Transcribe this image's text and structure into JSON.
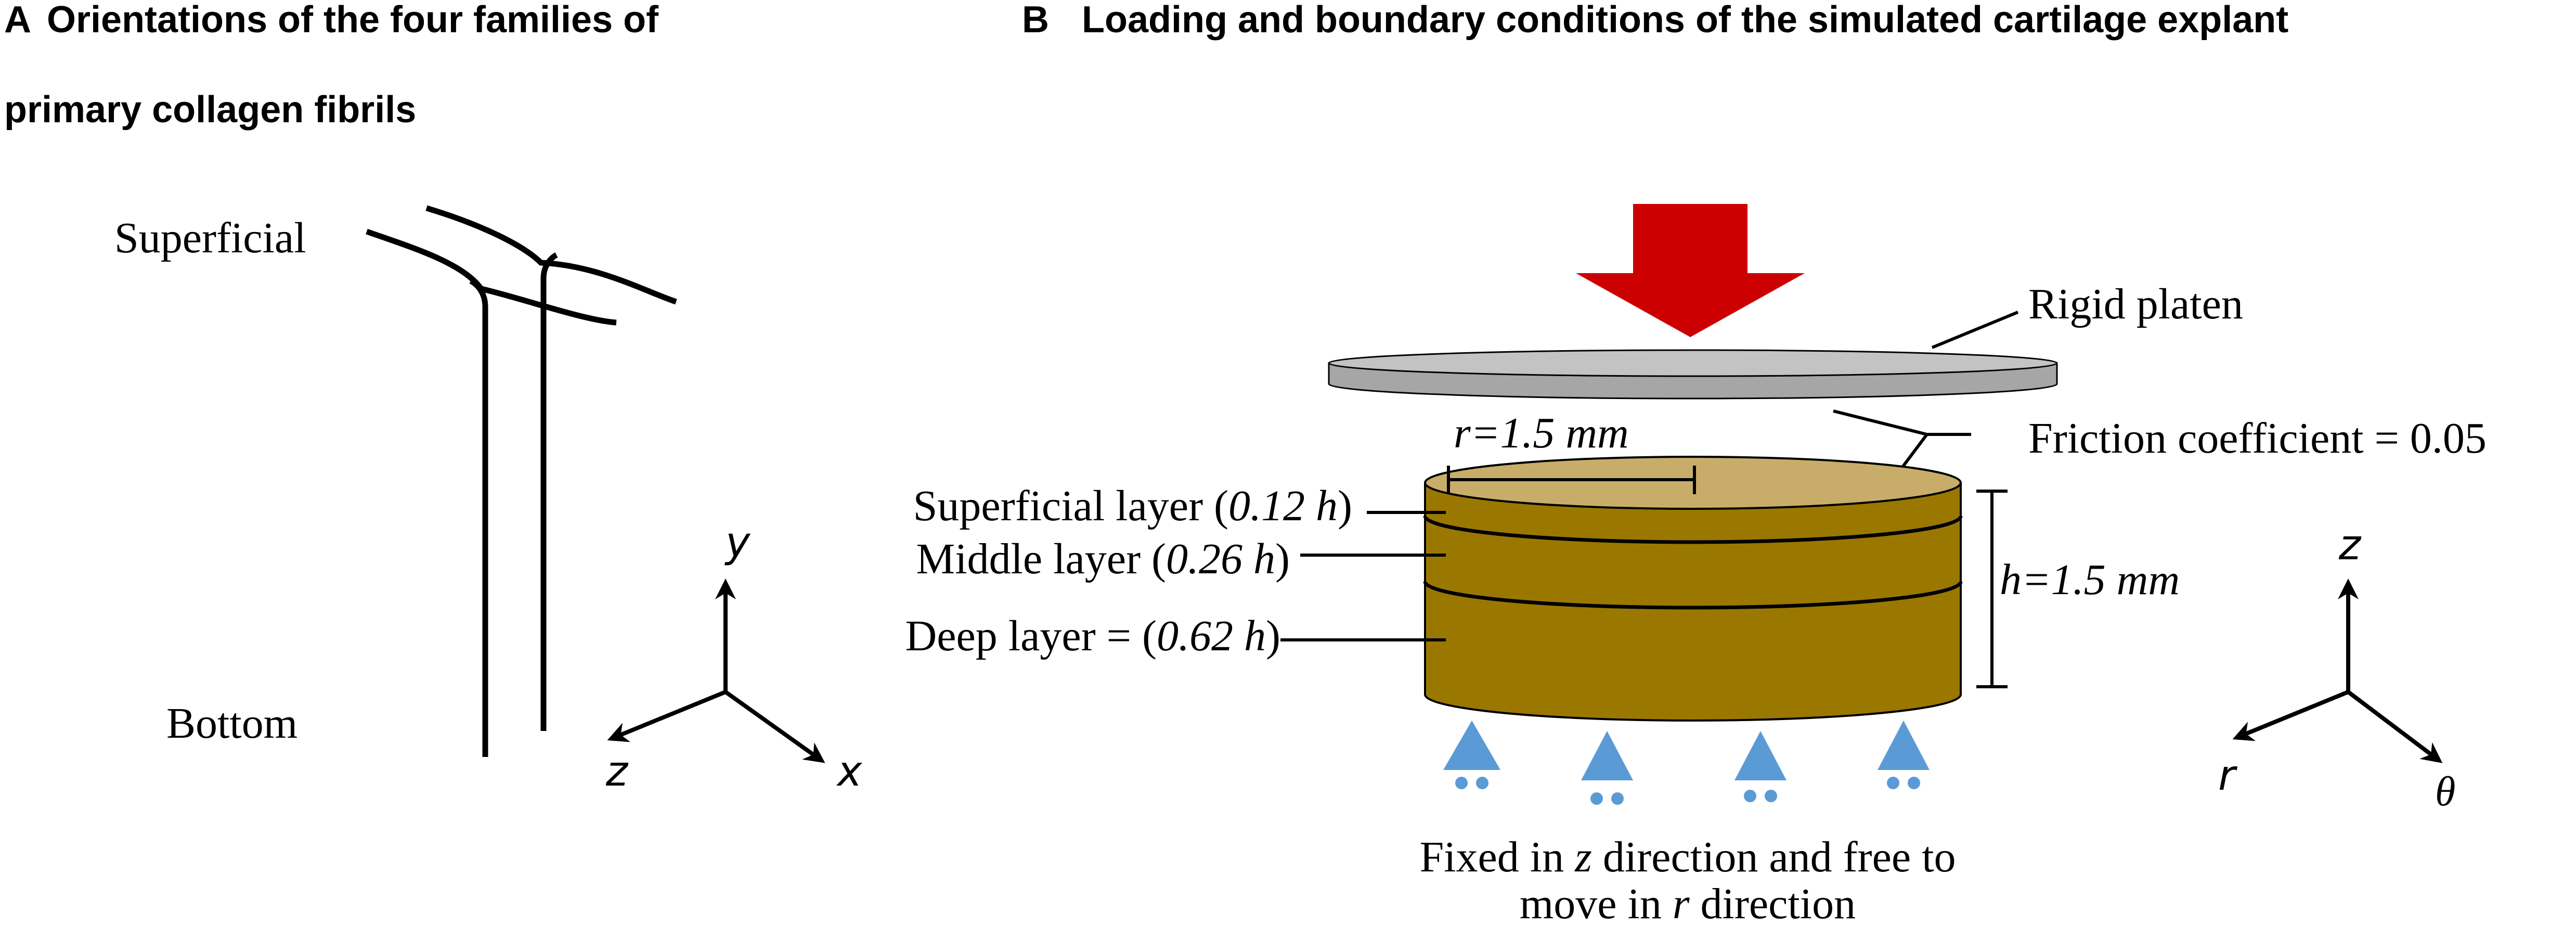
{
  "panel_a": {
    "letter": "A",
    "title_line1": "Orientations of the four families of",
    "title_line2": "primary collagen fibrils",
    "label_top": "Superficial",
    "label_bottom": "Bottom",
    "axis_y": "y",
    "axis_z": "z",
    "axis_x": "x"
  },
  "panel_b": {
    "letter": "B",
    "title": "Loading and boundary conditions of the simulated cartilage explant",
    "rigid_platen": "Rigid platen",
    "friction": "Friction coefficient = 0.05",
    "radius": "r=1.5 mm",
    "height": "h=1.5 mm",
    "superficial_text": "Superficial layer (",
    "superficial_value": "0.12 h",
    "middle_text": "Middle layer (",
    "middle_value": "0.26 h",
    "deep_text": "Deep layer = (",
    "deep_value": "0.62 h",
    "close_paren": ")",
    "boundary_line1_a": "Fixed in ",
    "boundary_line1_b": "z",
    "boundary_line1_c": " direction and free to",
    "boundary_line2_a": "move in ",
    "boundary_line2_b": "r",
    "boundary_line2_c": " direction",
    "axis_z": "z",
    "axis_r": "r",
    "axis_theta": "θ"
  },
  "colors": {
    "arrow_red": "#cc0000",
    "platen_gray": "#a6a6a6",
    "cylinder_top": "#c8ad6a",
    "cylinder_side": "#9a7800",
    "support_blue": "#5b9bd5"
  }
}
